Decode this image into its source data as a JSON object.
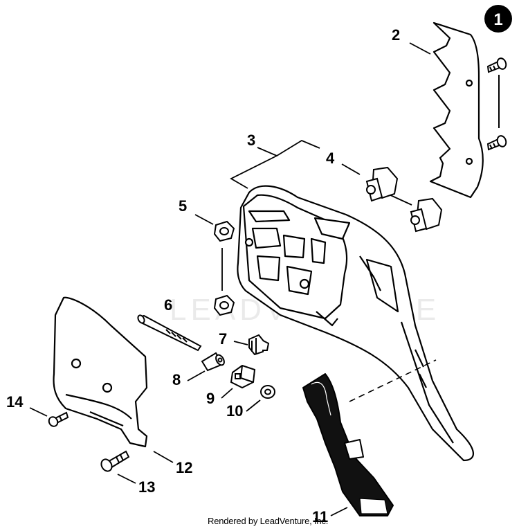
{
  "callouts": {
    "c1": "1",
    "c2": "2",
    "c3": "3",
    "c4": "4",
    "c5": "5",
    "c6": "6",
    "c7": "7",
    "c8": "8",
    "c9": "9",
    "c10": "10",
    "c11": "11",
    "c12": "12",
    "c13": "13",
    "c14": "14"
  },
  "watermark": "LEADVENTURE",
  "footer": "Rendered by LeadVenture, Inc."
}
